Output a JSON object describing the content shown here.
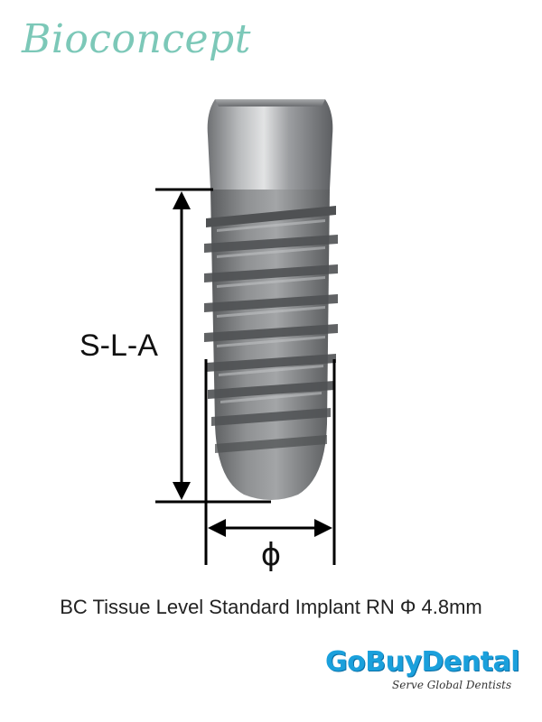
{
  "brand": {
    "name": "Bioconcept",
    "color": "#7cc8b8"
  },
  "figure": {
    "length_label": "S-L-A",
    "diameter_label": "ϕ"
  },
  "caption": "BC Tissue Level Standard Implant RN Φ 4.8mm",
  "logo": {
    "name": "GoBuyDental",
    "tagline": "Serve Global Dentists",
    "color": "#1aa0dc"
  }
}
